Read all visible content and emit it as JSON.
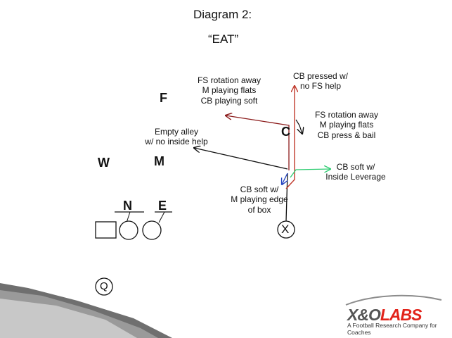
{
  "title": "Diagram 2:",
  "subtitle": "“EAT”",
  "players": {
    "f": "F",
    "w": "W",
    "m": "M",
    "n": "N",
    "e": "E",
    "c": "C",
    "x": "X",
    "q": "Q"
  },
  "notes": {
    "fs_rotation_soft": "FS rotation away\nM playing flats\nCB playing soft",
    "cb_pressed": "CB pressed w/\nno FS help",
    "fs_rotation_press": "FS rotation away\nM playing flats\nCB press & bail",
    "empty_alley": "Empty alley\nw/ no inside help",
    "cb_soft_inside": "CB soft w/\nInside Leverage",
    "cb_soft_edge": "CB soft w/\nM playing edge\nof box"
  },
  "colors": {
    "red_route": "#c0392b",
    "green_route": "#2ecc71",
    "blue_route": "#1f3fbf",
    "dark_red_route": "#8b1a1a",
    "logo_red": "#e2231a",
    "logo_gray": "#555555"
  },
  "logo": {
    "text_xo": "X&O",
    "text_labs": "LABS",
    "tagline": "A Football Research Company for Coaches"
  }
}
